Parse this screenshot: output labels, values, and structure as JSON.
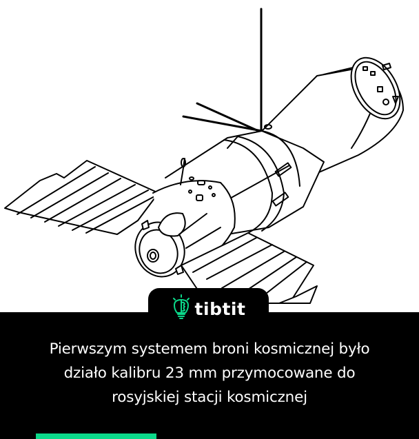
{
  "illustration": {
    "subject": "space-station-line-drawing",
    "stroke_color": "#000000",
    "background": "#ffffff"
  },
  "brand": {
    "name": "tibtit",
    "icon": "lightbulb-brain-icon",
    "accent_color": "#0bd98a"
  },
  "caption": {
    "lines": [
      "Pierwszym systemem broni kosmicznej było",
      "działo kalibru 23 mm przymocowane do",
      "rosyjskiej stacji kosmicznej"
    ]
  },
  "progress": {
    "color": "#0bd98a",
    "percent": 29
  }
}
